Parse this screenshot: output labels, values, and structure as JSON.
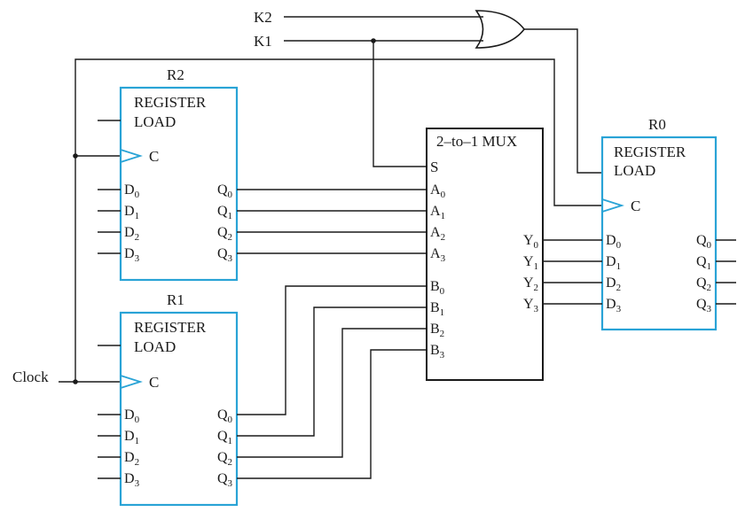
{
  "colors": {
    "register_border": "#29a3d6",
    "wire": "#1a1a1a",
    "background": "#ffffff"
  },
  "inputs": {
    "k2": "K2",
    "k1": "K1",
    "clock": "Clock"
  },
  "registers": {
    "r2": {
      "name": "R2",
      "title": "REGISTER",
      "load": "LOAD",
      "clock_pin": "C"
    },
    "r1": {
      "name": "R1",
      "title": "REGISTER",
      "load": "LOAD",
      "clock_pin": "C"
    },
    "r0": {
      "name": "R0",
      "title": "REGISTER",
      "load": "LOAD",
      "clock_pin": "C"
    }
  },
  "pins": {
    "d": [
      "D",
      "D",
      "D",
      "D"
    ],
    "q": [
      "Q",
      "Q",
      "Q",
      "Q"
    ],
    "subs": [
      "0",
      "1",
      "2",
      "3"
    ]
  },
  "mux": {
    "title": "2–to–1 MUX",
    "select": "S",
    "a": "A",
    "b": "B",
    "y": "Y"
  },
  "gate": {
    "type": "OR",
    "icon": "or-gate-icon"
  }
}
